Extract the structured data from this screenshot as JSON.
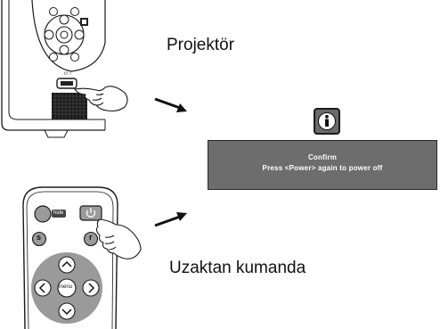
{
  "labels": {
    "projector": "Projektör",
    "remote": "Uzaktan kumanda"
  },
  "projector_panel": {
    "power_indicator": "⏻ ○"
  },
  "dialog": {
    "title": "Confirm",
    "message": "Press <Power> again to power off"
  },
  "remote": {
    "hide_label": "hide",
    "s_label": "s",
    "r_label": "r",
    "menu_label": "menu"
  },
  "colors": {
    "dialog_bg": "#6d6d6d",
    "icon_bg": "#6b6b6b",
    "line": "#1a1a1a"
  },
  "icons": [
    "info-icon",
    "arrow-right-down-icon",
    "arrow-right-up-icon",
    "hand-pointer-icon",
    "power-icon",
    "chevron-up-icon",
    "chevron-down-icon",
    "chevron-left-icon",
    "chevron-right-icon"
  ]
}
